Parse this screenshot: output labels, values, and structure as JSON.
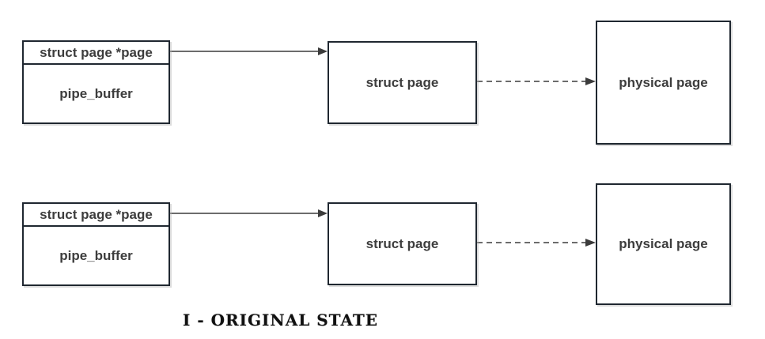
{
  "diagram": {
    "caption": "I - ORIGINAL STATE",
    "rows": [
      {
        "pipe_header": "struct page *page",
        "pipe_body": "pipe_buffer",
        "struct_box": "struct page",
        "physical_box": "physical page"
      },
      {
        "pipe_header": "struct page *page",
        "pipe_body": "pipe_buffer",
        "struct_box": "struct page",
        "physical_box": "physical page"
      }
    ],
    "colors": {
      "box_border": "#1f2730",
      "arrow": "#3b3b3b",
      "label_text": "#3d3d3d",
      "background": "#ffffff"
    }
  }
}
